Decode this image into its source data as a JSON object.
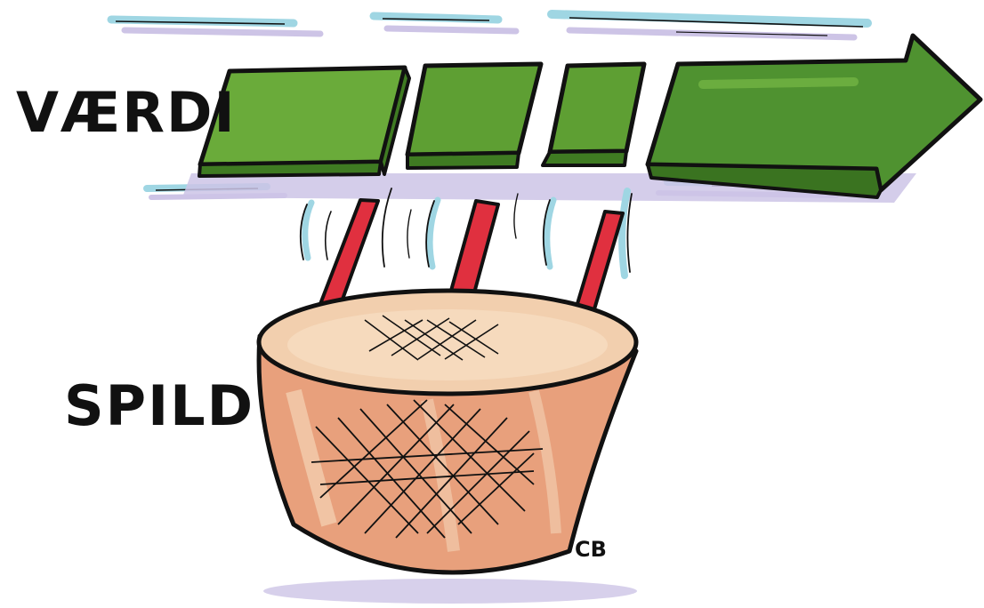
{
  "labels": {
    "value": "VÆRDI",
    "waste": "SPILD",
    "signature": "CB"
  },
  "flow": {
    "value_blocks": 4,
    "waste_pieces": 3,
    "arrow_direction": "right"
  },
  "colors": {
    "value_green": "#4a8a2a",
    "value_green_light": "#6aab3a",
    "waste_red": "#d92a3a",
    "basket_fill": "#e8a07c",
    "basket_light": "#f6dcc0",
    "shadow_lilac": "#cdc4e6",
    "motion_blue": "#9fd6e3",
    "ink": "#111111"
  }
}
